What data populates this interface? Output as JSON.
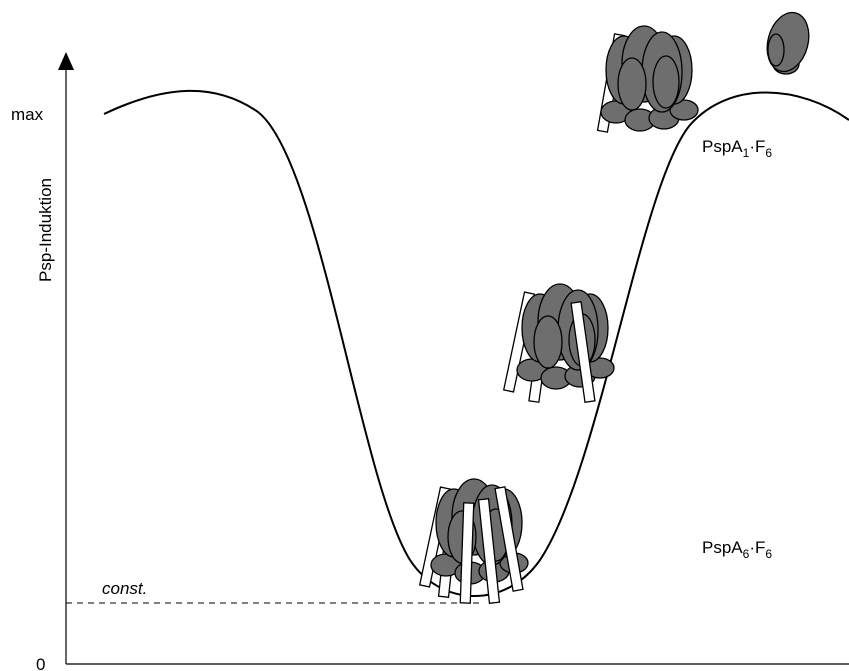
{
  "y_axis": {
    "label": "Psp-Induktion",
    "ticks": {
      "max": "max",
      "zero": "0"
    }
  },
  "annotations": {
    "baseline": "const.",
    "state_top": {
      "base": "PspA",
      "sub1": "1",
      "mid": "·F",
      "sub2": "6"
    },
    "state_bottom": {
      "base": "PspA",
      "sub1": "6",
      "mid": "·F",
      "sub2": "6"
    }
  },
  "colors": {
    "complex_fill": "#6e6e6e",
    "rod_fill": "#ffffff",
    "line": "#000000"
  }
}
